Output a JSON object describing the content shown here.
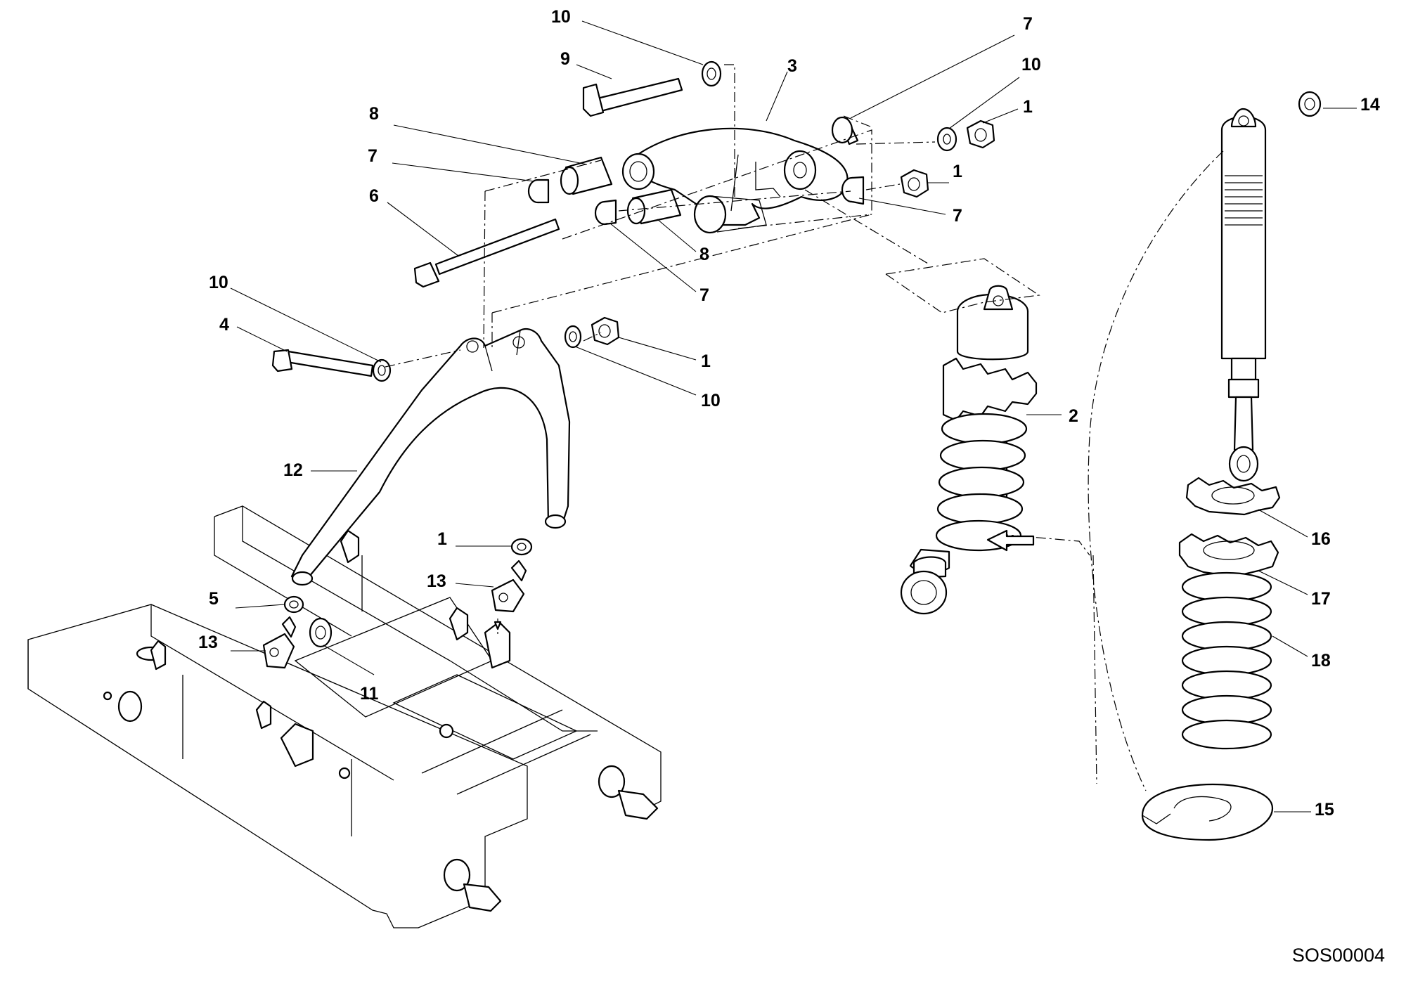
{
  "diagram": {
    "labels": [
      {
        "id": "l10a",
        "text": "10"
      },
      {
        "id": "l9",
        "text": "9"
      },
      {
        "id": "l3",
        "text": "3"
      },
      {
        "id": "l7a",
        "text": "7"
      },
      {
        "id": "l10b",
        "text": "10"
      },
      {
        "id": "l1a",
        "text": "1"
      },
      {
        "id": "l8a",
        "text": "8"
      },
      {
        "id": "l7b",
        "text": "7"
      },
      {
        "id": "l1b",
        "text": "1"
      },
      {
        "id": "l7c",
        "text": "7"
      },
      {
        "id": "l6",
        "text": "6"
      },
      {
        "id": "l8b",
        "text": "8"
      },
      {
        "id": "l7d",
        "text": "7"
      },
      {
        "id": "l10c",
        "text": "10"
      },
      {
        "id": "l4",
        "text": "4"
      },
      {
        "id": "l1c",
        "text": "1"
      },
      {
        "id": "l10d",
        "text": "10"
      },
      {
        "id": "l2",
        "text": "2"
      },
      {
        "id": "l12",
        "text": "12"
      },
      {
        "id": "l1d",
        "text": "1"
      },
      {
        "id": "l13a",
        "text": "13"
      },
      {
        "id": "l5",
        "text": "5"
      },
      {
        "id": "l13b",
        "text": "13"
      },
      {
        "id": "l11",
        "text": "11"
      },
      {
        "id": "l14",
        "text": "14"
      },
      {
        "id": "l16",
        "text": "16"
      },
      {
        "id": "l17",
        "text": "17"
      },
      {
        "id": "l18",
        "text": "18"
      },
      {
        "id": "l15",
        "text": "15"
      }
    ],
    "drawing_code": "SOS00004"
  }
}
